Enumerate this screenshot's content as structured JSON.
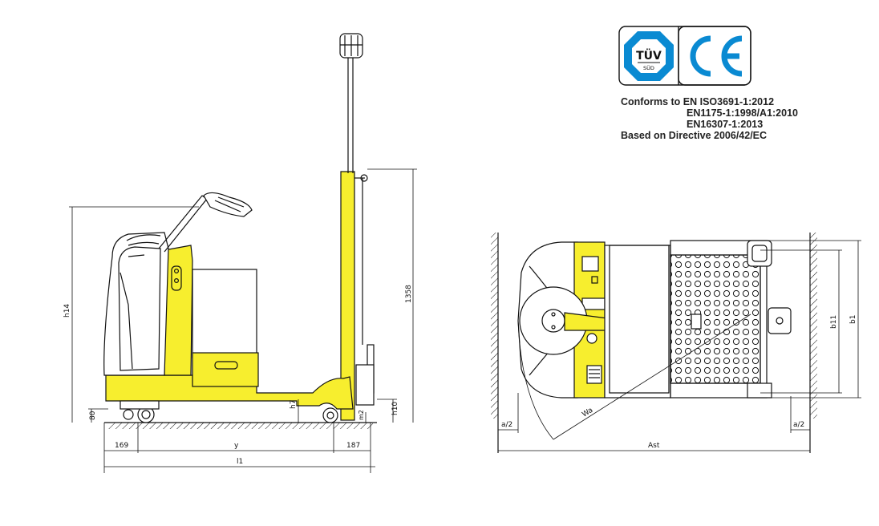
{
  "colors": {
    "accent": "#f7ee2e",
    "tuv": "#0a8ad2",
    "line": "#111111"
  },
  "certification": {
    "tuv_label": "TÜV",
    "tuv_sub": "SÜD",
    "ce_label": "CE",
    "lines": [
      "Conforms to EN ISO3691-1:2012",
      "EN1175-1:1998/A1:2010",
      "EN16307-1:2013",
      "Based on Directive 2006/42/EC"
    ]
  },
  "side_view": {
    "dims": {
      "h14": "h14",
      "d1358": "1358",
      "h7": "h7",
      "h10": "h10",
      "m2": "m2",
      "d80": "80",
      "d169": "169",
      "y": "y",
      "d187": "187",
      "l1": "l1"
    }
  },
  "top_view": {
    "dims": {
      "a2_left": "a/2",
      "a2_right": "a/2",
      "wa": "Wa",
      "ast": "Ast",
      "b11": "b11",
      "b1": "b1"
    }
  }
}
